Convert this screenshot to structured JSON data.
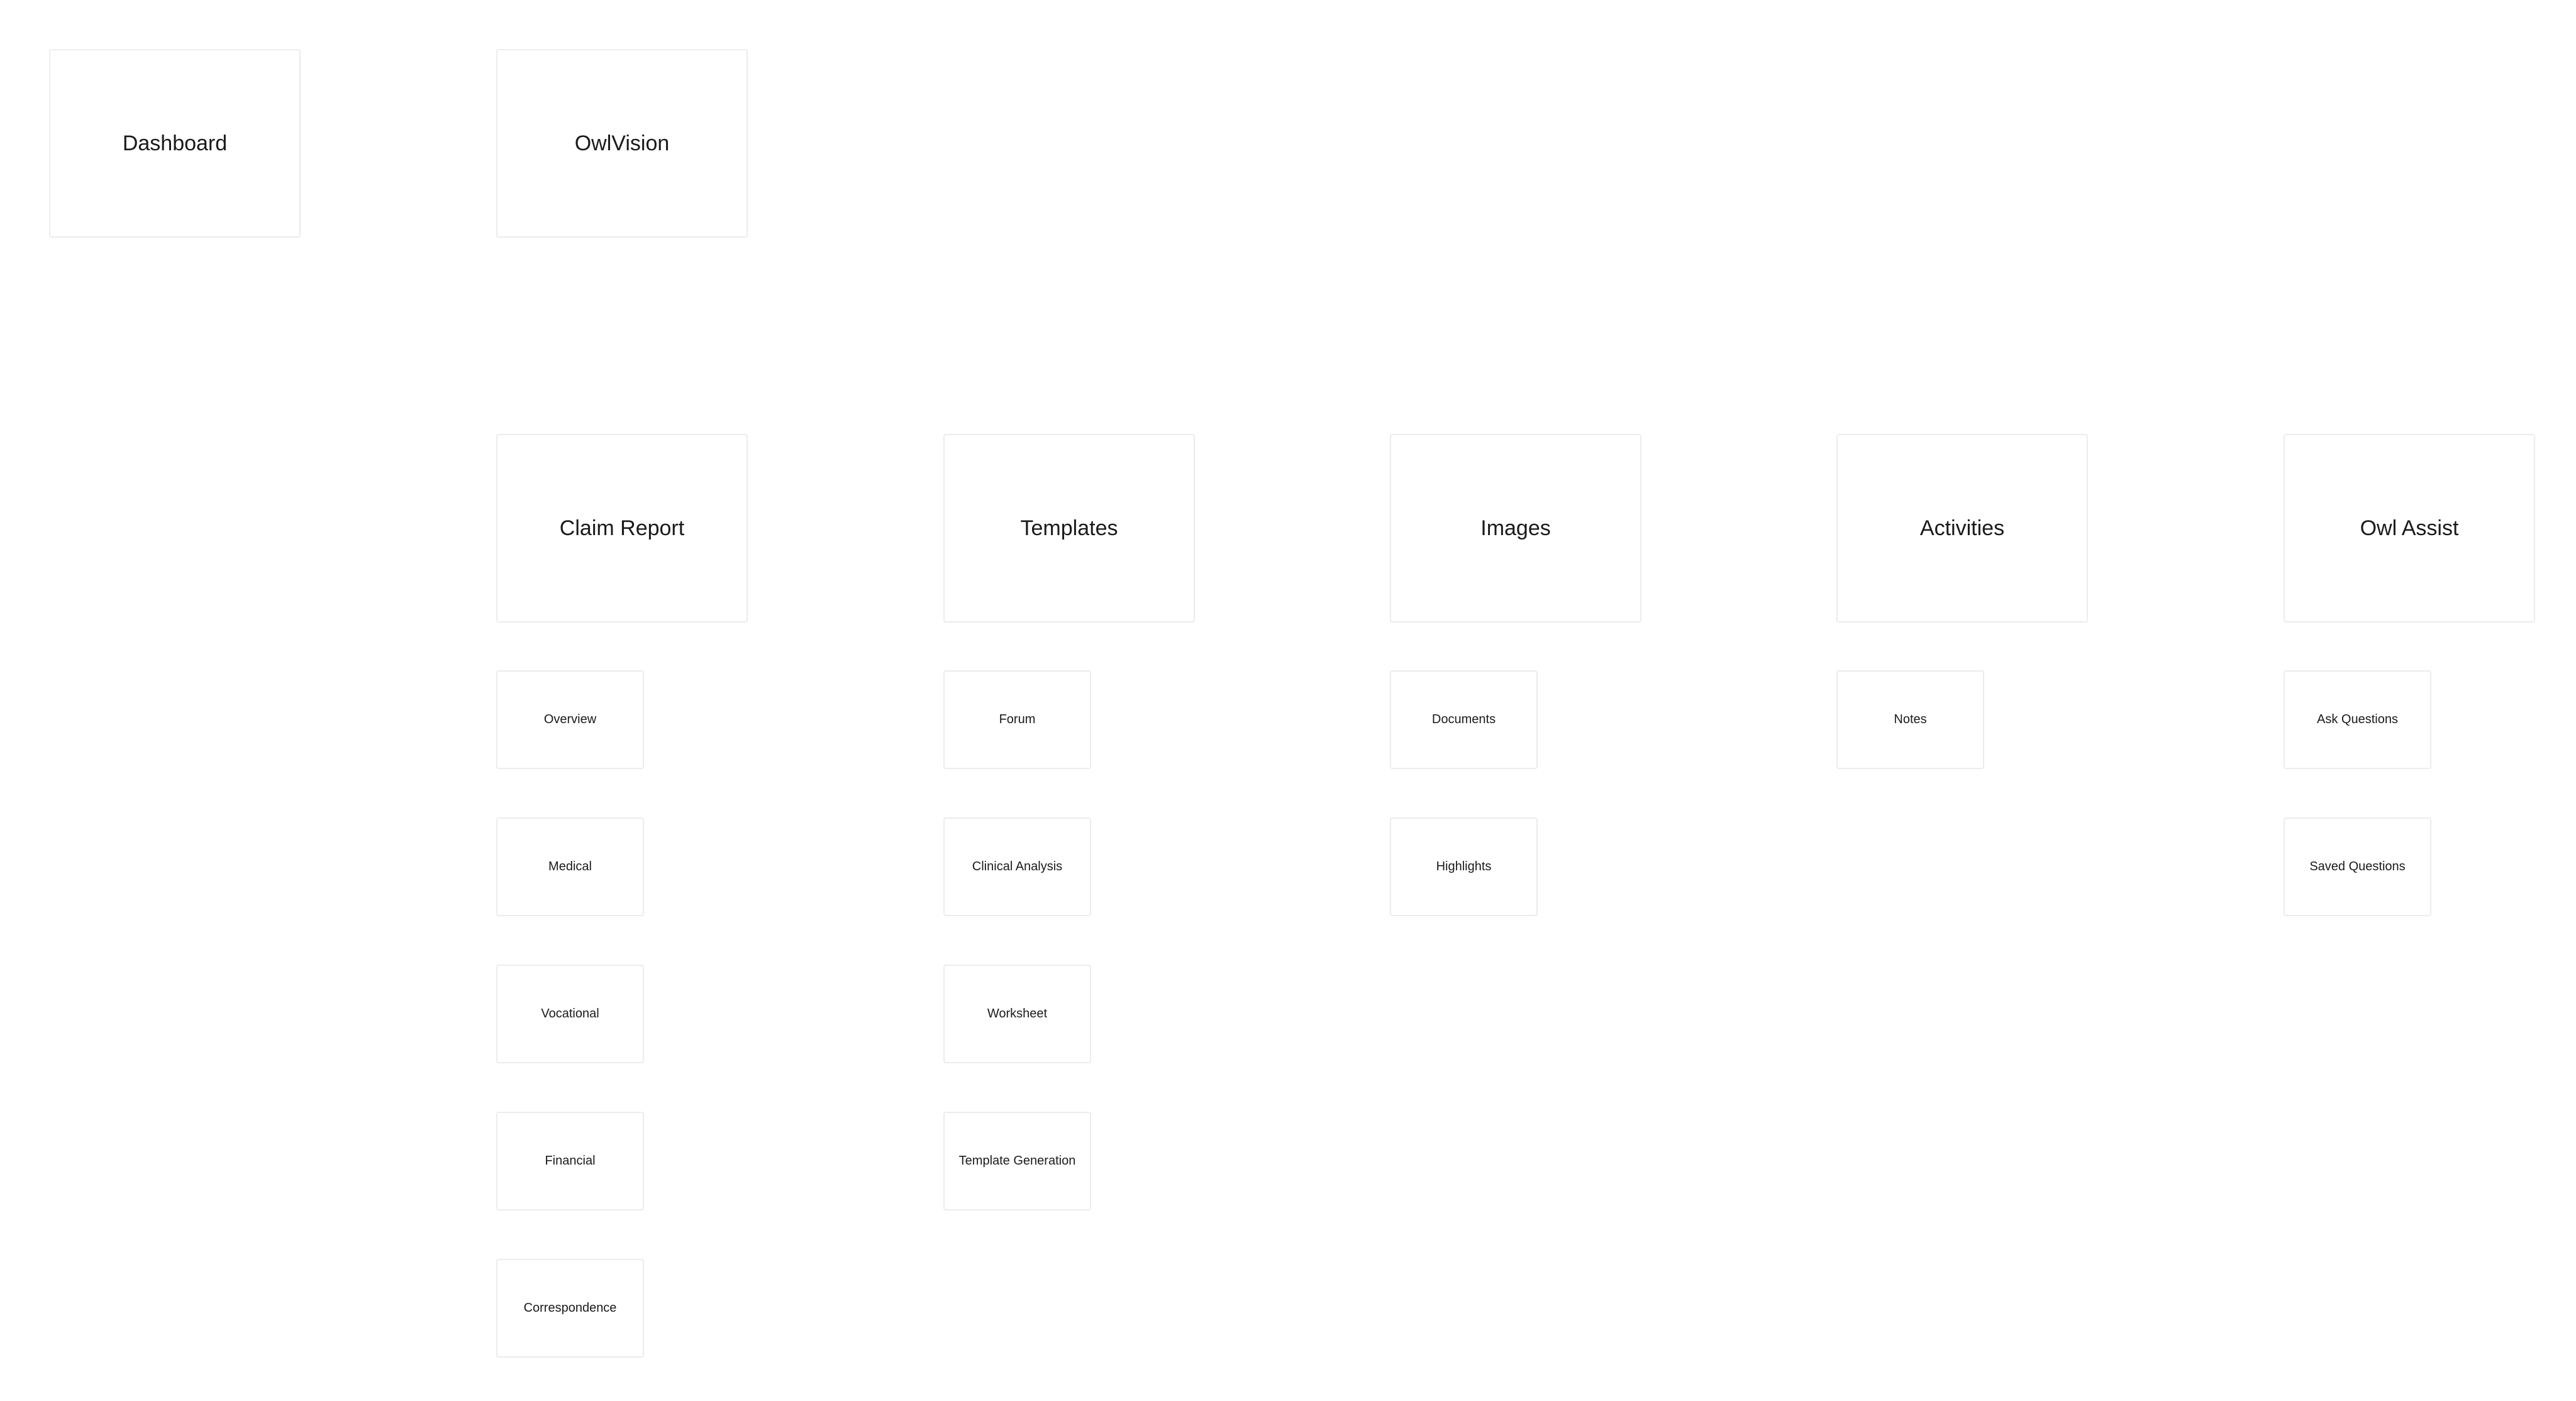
{
  "top": {
    "dashboard": "Dashboard",
    "owlvision": "OwlVision"
  },
  "sections": [
    {
      "title": "Claim Report",
      "items": [
        "Overview",
        "Medical",
        "Vocational",
        "Financial",
        "Correspondence"
      ]
    },
    {
      "title": "Templates",
      "items": [
        "Forum",
        "Clinical Analysis",
        "Worksheet",
        "Template Generation"
      ]
    },
    {
      "title": "Images",
      "items": [
        "Documents",
        "Highlights"
      ]
    },
    {
      "title": "Activities",
      "items": [
        "Notes"
      ]
    },
    {
      "title": "Owl Assist",
      "items": [
        "Ask Questions",
        "Saved Questions"
      ]
    }
  ]
}
